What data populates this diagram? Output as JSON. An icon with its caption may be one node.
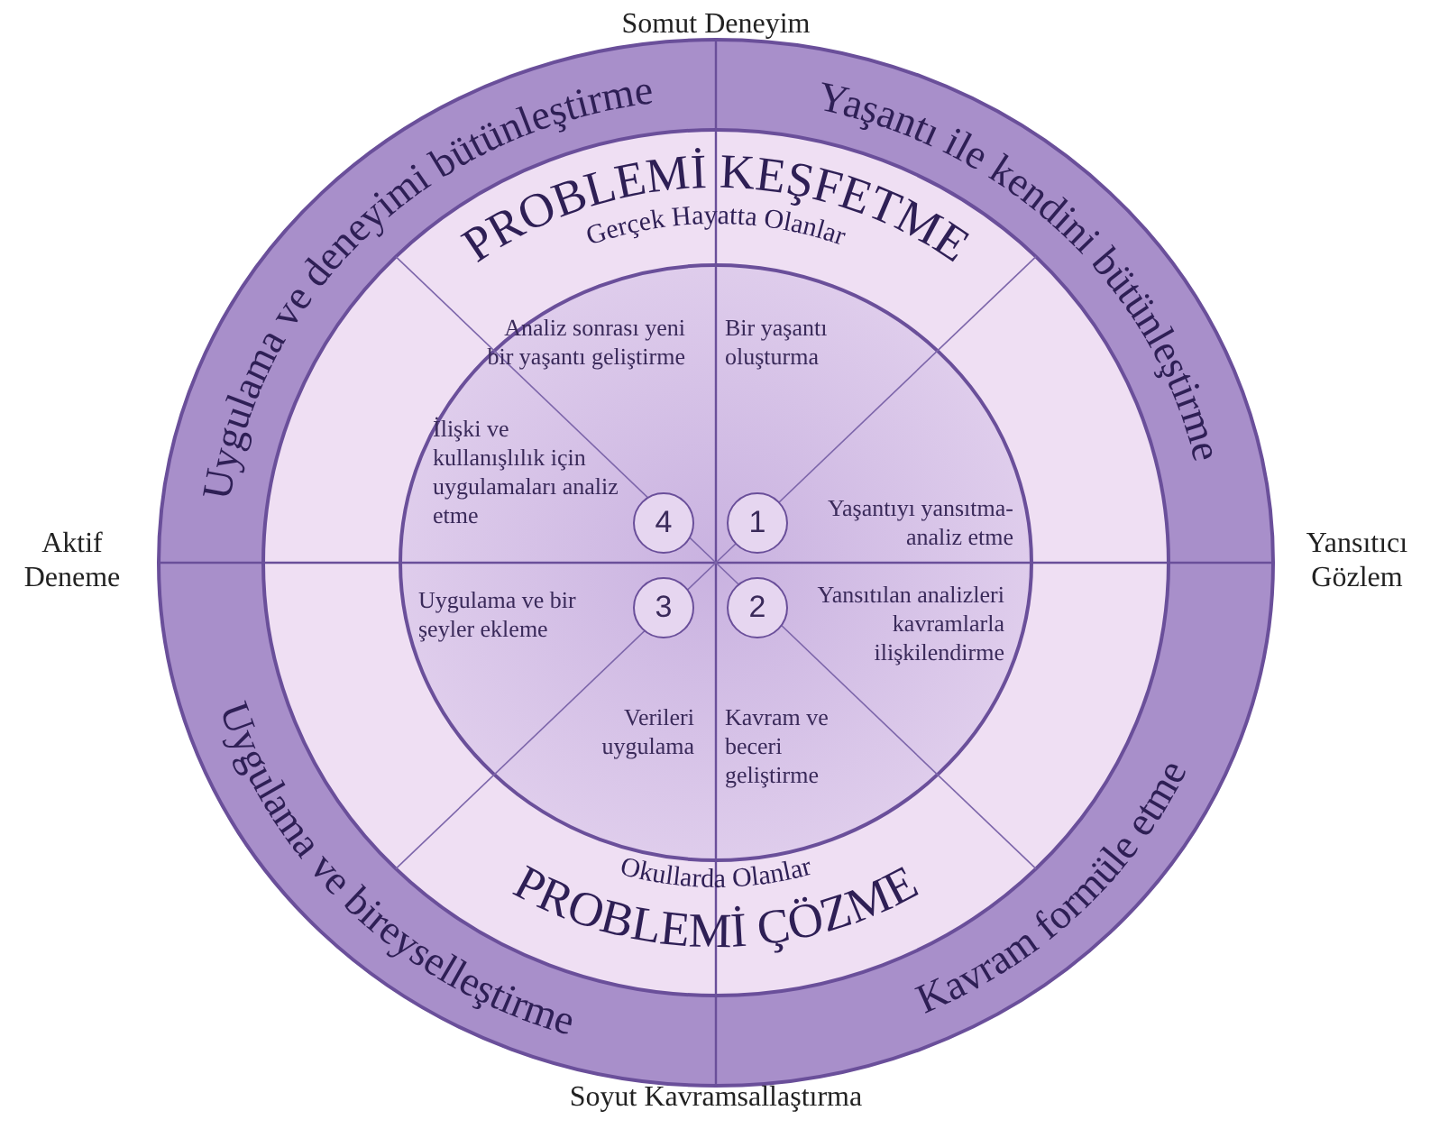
{
  "diagram": {
    "nodes": [
      {
        "text": [
          "Uygulama ve deneyimi bütünleştirme"
        ]
      },
      {
        "text": [
          "Yaşantı ile kendini bütünleştirme"
        ]
      },
      {
        "text": [
          "Uygulama ve bireyselleştirme"
        ]
      },
      {
        "text": [
          "Kavram formüle etme"
        ]
      },
      {
        "text": [
          "4"
        ]
      },
      {
        "text": [
          "1"
        ]
      },
      {
        "text": [
          "3"
        ]
      },
      {
        "text": [
          "2"
        ]
      }
    ],
    "labels": [
      "Somut Deneyim",
      "PROBLEMİ KEŞFETME",
      "Gerçek Hayatta Olanlar",
      "Analiz sonrası yeni bir yaşantı geliştirme",
      "Bir yaşantı oluşturma",
      "İlişki ve kullanışlılık için uygulamaları analiz etme",
      "Yaşantıyı yansıtma-analiz etme",
      "Aktif Deneme",
      "Yansıtıcı Gözlem",
      "Uygulama ve bir şeyler ekleme",
      "Yansıtılan analizleri kavramlarla ilişkilendirme",
      "Verileri uygulama",
      "Kavram ve beceri geliştirme",
      "Okullarda Olanlar",
      "PROBLEMİ ÇÖZME",
      "Soyut Kavramsallaştırma"
    ]
  }
}
